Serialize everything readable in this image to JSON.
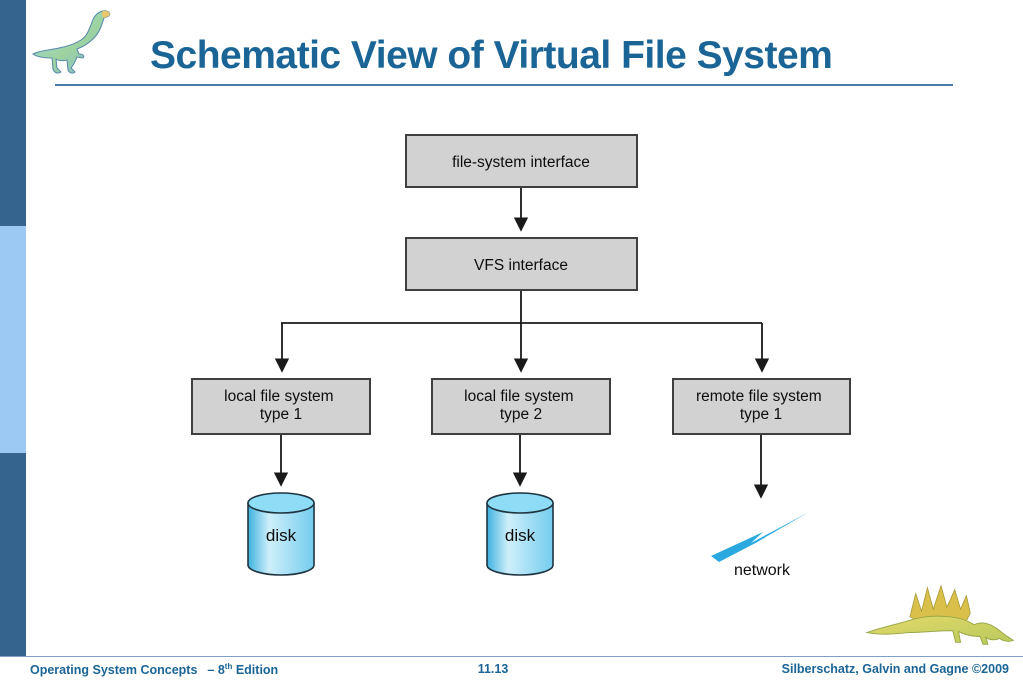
{
  "slide": {
    "title": "Schematic View of Virtual File System"
  },
  "diagram": {
    "type": "flowchart",
    "boxes": {
      "fs": {
        "label": "file-system interface"
      },
      "vfs": {
        "label": "VFS interface"
      },
      "local1": {
        "line1": "local file system",
        "line2": "type 1"
      },
      "local2": {
        "line1": "local file system",
        "line2": "type 2"
      },
      "remote1": {
        "line1": "remote file system",
        "line2": "type 1"
      }
    },
    "leaves": {
      "disk1": "disk",
      "disk2": "disk",
      "network": "network"
    },
    "edges": [
      "file-system interface -> VFS interface",
      "VFS interface -> local file system type 1",
      "VFS interface -> local file system type 2",
      "VFS interface -> remote file system type 1",
      "local file system type 1 -> disk",
      "local file system type 2 -> disk",
      "remote file system type 1 -> network"
    ]
  },
  "footer": {
    "book": "Operating System Concepts",
    "edition_prefix": "– 8",
    "edition_sup": "th",
    "edition_suffix": " Edition",
    "page_number": "11.13",
    "copyright": "Silberschatz, Galvin and Gagne ©2009"
  },
  "icons": {
    "header_logo": "dinosaur-logo",
    "footer_logo": "dinosaur-logo",
    "network_symbol": "lightning-bolt"
  },
  "colors": {
    "title_text": "#1a6596",
    "title_underline": "#4d7ba8",
    "sidebar_dark": "#35648f",
    "sidebar_light": "#9cc8f4",
    "box_fill": "#d2d2d2",
    "box_border": "#3f3f3f",
    "connector": "#1a1a1a",
    "disk_main": "#55c1ea",
    "disk_top": "#8edcf5",
    "network_bolt": "#29a9e0",
    "footer_text": "#1a6596",
    "footer_line": "#7f9fc6"
  }
}
